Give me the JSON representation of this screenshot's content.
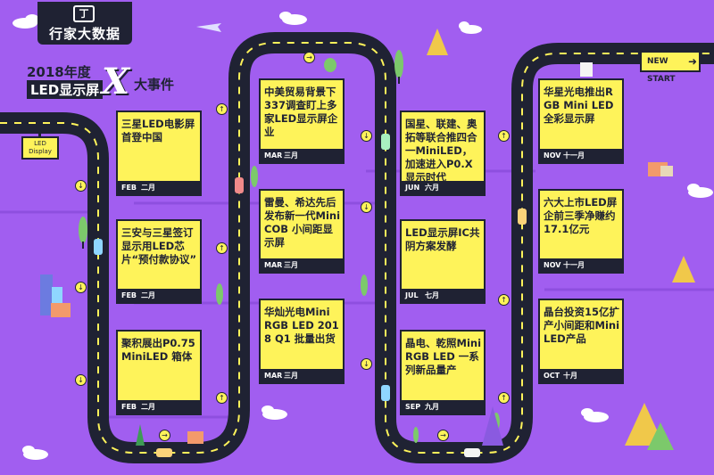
{
  "logo": {
    "mark": "丁",
    "name": "行家大数据"
  },
  "title": {
    "year": "2018年度",
    "subject": "LED显示屏",
    "x": "X",
    "suffix": "大事件"
  },
  "sign": {
    "line1": "LED",
    "line2": "Display"
  },
  "new_start": "NEW START",
  "events": [
    {
      "text": "三星LED电影屏首登中国",
      "month_en": "FEB",
      "month_cn": "二月"
    },
    {
      "text": "三安与三星签订显示用LED芯片“预付款协议”",
      "month_en": "FEB",
      "month_cn": "二月"
    },
    {
      "text": "聚积展出P0.75 MiniLED 箱体",
      "month_en": "FEB",
      "month_cn": "二月"
    },
    {
      "text": "中美贸易背景下337调查盯上多家LED显示屏企业",
      "month_en": "MAR",
      "month_cn": "三月"
    },
    {
      "text": "雷曼、希达先后发布新一代Mini COB 小间距显示屏",
      "month_en": "MAR",
      "month_cn": "三月"
    },
    {
      "text": "华灿光电Mini RGB LED 2018 Q1 批量出货",
      "month_en": "MAR",
      "month_cn": "三月"
    },
    {
      "text": "国星、联建、奥拓等联合推四合一MiniLED，加速进入P0.X显示时代",
      "month_en": "JUN",
      "month_cn": "六月"
    },
    {
      "text": "LED显示屏IC共阴方案发酵",
      "month_en": "JUL",
      "month_cn": "七月"
    },
    {
      "text": "晶电、乾照Mini RGB LED 一系列新品量产",
      "month_en": "SEP",
      "month_cn": "九月"
    },
    {
      "text": "华星光电推出RGB Mini LED 全彩显示屏",
      "month_en": "NOV",
      "month_cn": "十一月"
    },
    {
      "text": "六大上市LED屏企前三季净赚约17.1亿元",
      "month_en": "NOV",
      "month_cn": "十一月"
    },
    {
      "text": "晶台投资15亿扩产小间距和Mini LED产品",
      "month_en": "OCT",
      "month_cn": "十月"
    }
  ],
  "colors": {
    "background": "#a15ef0",
    "road": "#1f2233",
    "card": "#fef35a",
    "lane": "#fef35a"
  }
}
